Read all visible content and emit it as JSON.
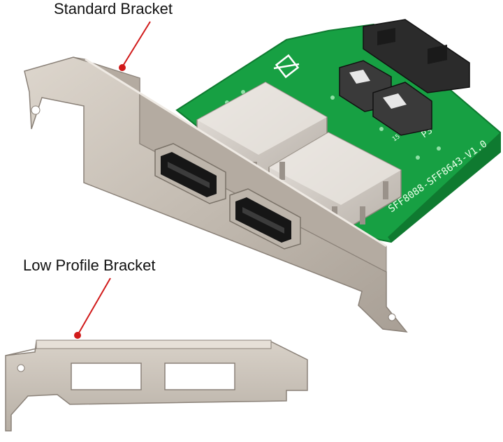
{
  "labels": {
    "standard_bracket": "Standard Bracket",
    "low_profile_bracket": "Low Profile Bracket"
  },
  "pcb": {
    "model_text": "SFF8088-SFF8643-V1.0",
    "connector_label": "P3",
    "pad_label": "15"
  },
  "colors": {
    "pcb_green": "#17a043",
    "bracket_silver": "#c4bcb3",
    "callout_red": "#d11a1a",
    "connector_black": "#2b2b2b"
  }
}
